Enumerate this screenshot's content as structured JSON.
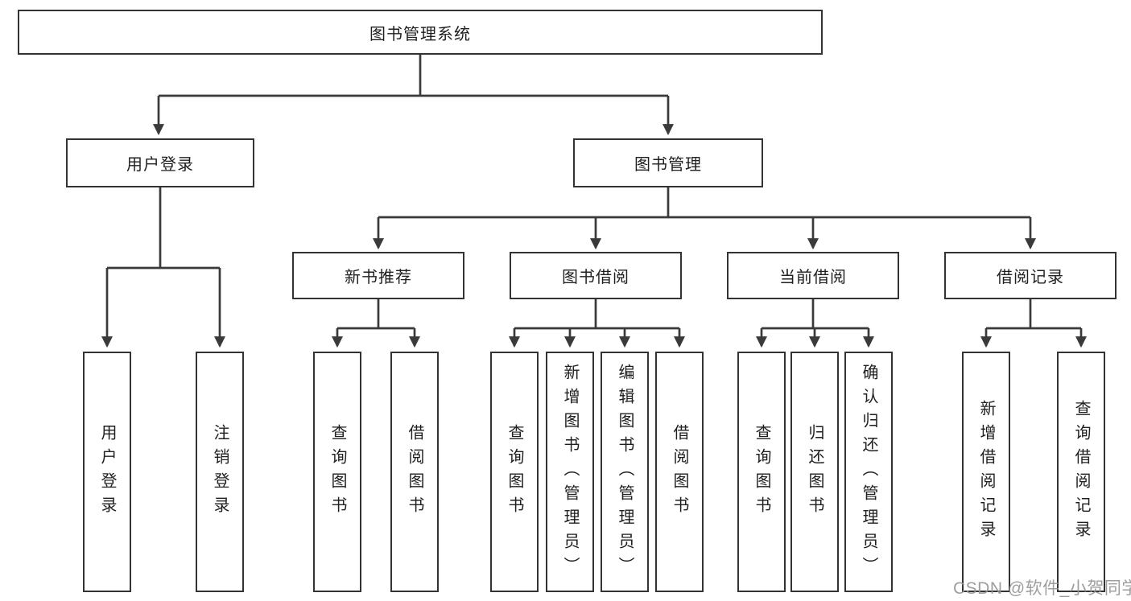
{
  "tree": {
    "root": {
      "label": "图书管理系统"
    },
    "children": [
      {
        "label": "用户登录",
        "children": [
          {
            "label": "用户登录"
          },
          {
            "label": "注销登录"
          }
        ]
      },
      {
        "label": "图书管理",
        "children": [
          {
            "label": "新书推荐",
            "children": [
              {
                "label": "查询图书"
              },
              {
                "label": "借阅图书"
              }
            ]
          },
          {
            "label": "图书借阅",
            "children": [
              {
                "label": "查询图书"
              },
              {
                "label": "新增图书（管理员）"
              },
              {
                "label": "编辑图书（管理员）"
              },
              {
                "label": "借阅图书"
              }
            ]
          },
          {
            "label": "当前借阅",
            "children": [
              {
                "label": "查询图书"
              },
              {
                "label": "归还图书"
              },
              {
                "label": "确认归还（管理员）"
              }
            ]
          },
          {
            "label": "借阅记录",
            "children": [
              {
                "label": "新增借阅记录"
              },
              {
                "label": "查询借阅记录"
              }
            ]
          }
        ]
      }
    ]
  },
  "watermark": {
    "text": "CSDN @软件_小贺同学"
  },
  "colors": {
    "line": "#3a3a3a",
    "border": "#333333",
    "text": "#1f1f1f",
    "watermark": "#949494",
    "background": "#ffffff"
  }
}
